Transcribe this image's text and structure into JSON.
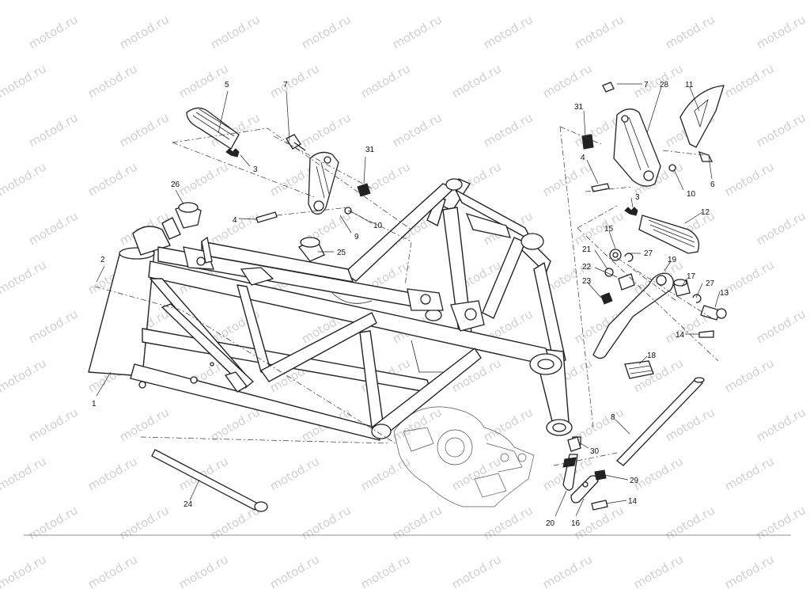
{
  "watermark": {
    "text": "motod.ru"
  },
  "callouts": [
    {
      "id": "c1",
      "label": "1"
    },
    {
      "id": "c2",
      "label": "2"
    },
    {
      "id": "c3a",
      "label": "3"
    },
    {
      "id": "c3b",
      "label": "3"
    },
    {
      "id": "c4a",
      "label": "4"
    },
    {
      "id": "c4b",
      "label": "4"
    },
    {
      "id": "c5",
      "label": "5"
    },
    {
      "id": "c6",
      "label": "6"
    },
    {
      "id": "c7a",
      "label": "7"
    },
    {
      "id": "c7b",
      "label": "7"
    },
    {
      "id": "c8",
      "label": "8"
    },
    {
      "id": "c9",
      "label": "9"
    },
    {
      "id": "c10a",
      "label": "10"
    },
    {
      "id": "c10b",
      "label": "10"
    },
    {
      "id": "c11",
      "label": "11"
    },
    {
      "id": "c12",
      "label": "12"
    },
    {
      "id": "c13",
      "label": "13"
    },
    {
      "id": "c14a",
      "label": "14"
    },
    {
      "id": "c14b",
      "label": "14"
    },
    {
      "id": "c15",
      "label": "15"
    },
    {
      "id": "c16",
      "label": "16"
    },
    {
      "id": "c17",
      "label": "17"
    },
    {
      "id": "c18",
      "label": "18"
    },
    {
      "id": "c19",
      "label": "19"
    },
    {
      "id": "c20",
      "label": "20"
    },
    {
      "id": "c21",
      "label": "21"
    },
    {
      "id": "c22",
      "label": "22"
    },
    {
      "id": "c23",
      "label": "23"
    },
    {
      "id": "c24",
      "label": "24"
    },
    {
      "id": "c25",
      "label": "25"
    },
    {
      "id": "c26",
      "label": "26"
    },
    {
      "id": "c27a",
      "label": "27"
    },
    {
      "id": "c27b",
      "label": "27"
    },
    {
      "id": "c28",
      "label": "28"
    },
    {
      "id": "c29",
      "label": "29"
    },
    {
      "id": "c30",
      "label": "30"
    },
    {
      "id": "c31a",
      "label": "31"
    },
    {
      "id": "c31b",
      "label": "31"
    }
  ]
}
